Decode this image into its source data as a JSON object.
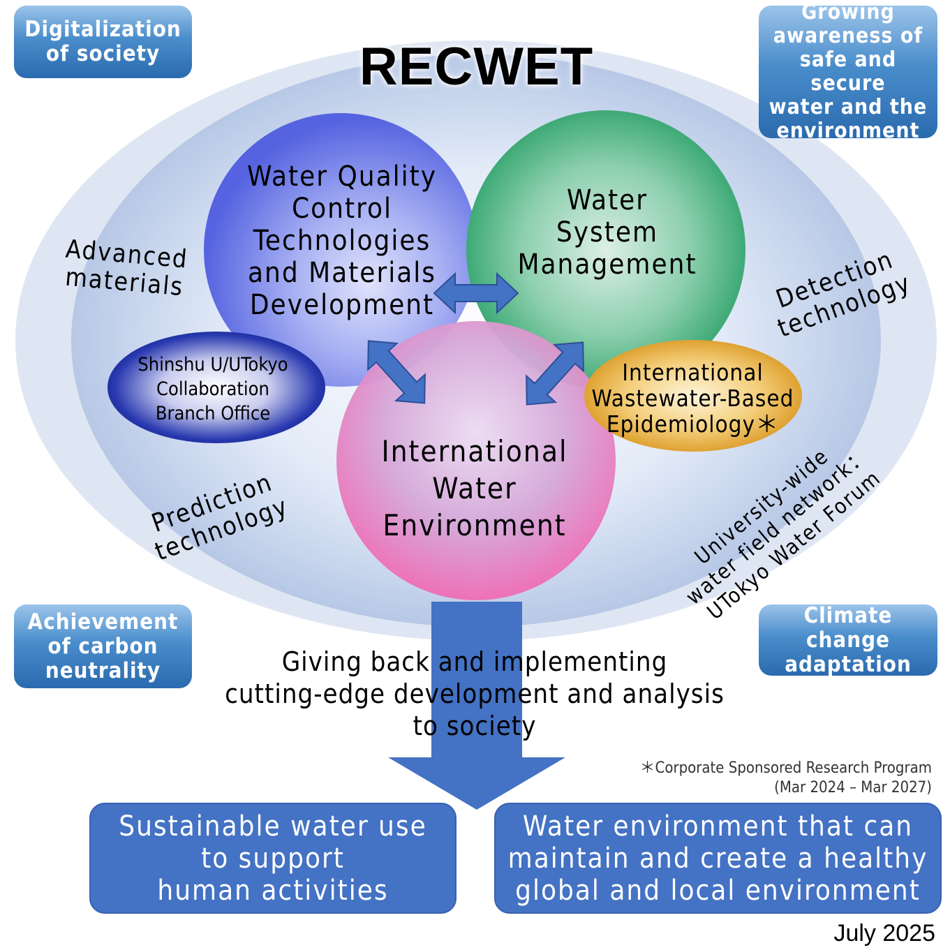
{
  "title": "RECWET",
  "corners": {
    "top_left": "Digitalization\nof society",
    "top_right": "Growing\nawareness of\nsafe and secure\nwater and the\nenvironment",
    "bottom_left": "Achievement\nof carbon\nneutrality",
    "bottom_right": "Climate change\nadaptation"
  },
  "circles": {
    "water_quality": "Water Quality\nControl\nTechnologies\nand Materials\nDevelopment",
    "water_system": "Water\nSystem\nManagement",
    "international_water": "International\nWater\nEnvironment"
  },
  "ellipses": {
    "shinshu": "Shinshu U/UTokyo\nCollaboration\nBranch Office",
    "wastewater": "International\nWastewater-Based\nEpidemiology＊"
  },
  "side_labels": {
    "advanced_materials": "Advanced\nmaterials",
    "detection": "Detection\ntechnology",
    "prediction": "Prediction\ntechnology",
    "network": "University-wide\nwater field network：\nUTokyo Water Forum"
  },
  "center_statement": "Giving back and implementing\ncutting-edge development and analysis\nto society",
  "footnote": "＊Corporate Sponsored Research Program\n(Mar 2024 – Mar 2027)",
  "outcomes": {
    "left": "Sustainable water use\nto support\nhuman activities",
    "right": "Water environment that can\nmaintain and create a healthy\nglobal and local environment"
  },
  "date": "July 2025",
  "colors": {
    "arrow_blue": "#4472c4",
    "circle_blue": "#7c86e8",
    "circle_green": "#3aa879",
    "circle_pink": "#f080c0",
    "ellipse_navy": "#1b2f9c",
    "ellipse_gold": "#e3a62e"
  }
}
